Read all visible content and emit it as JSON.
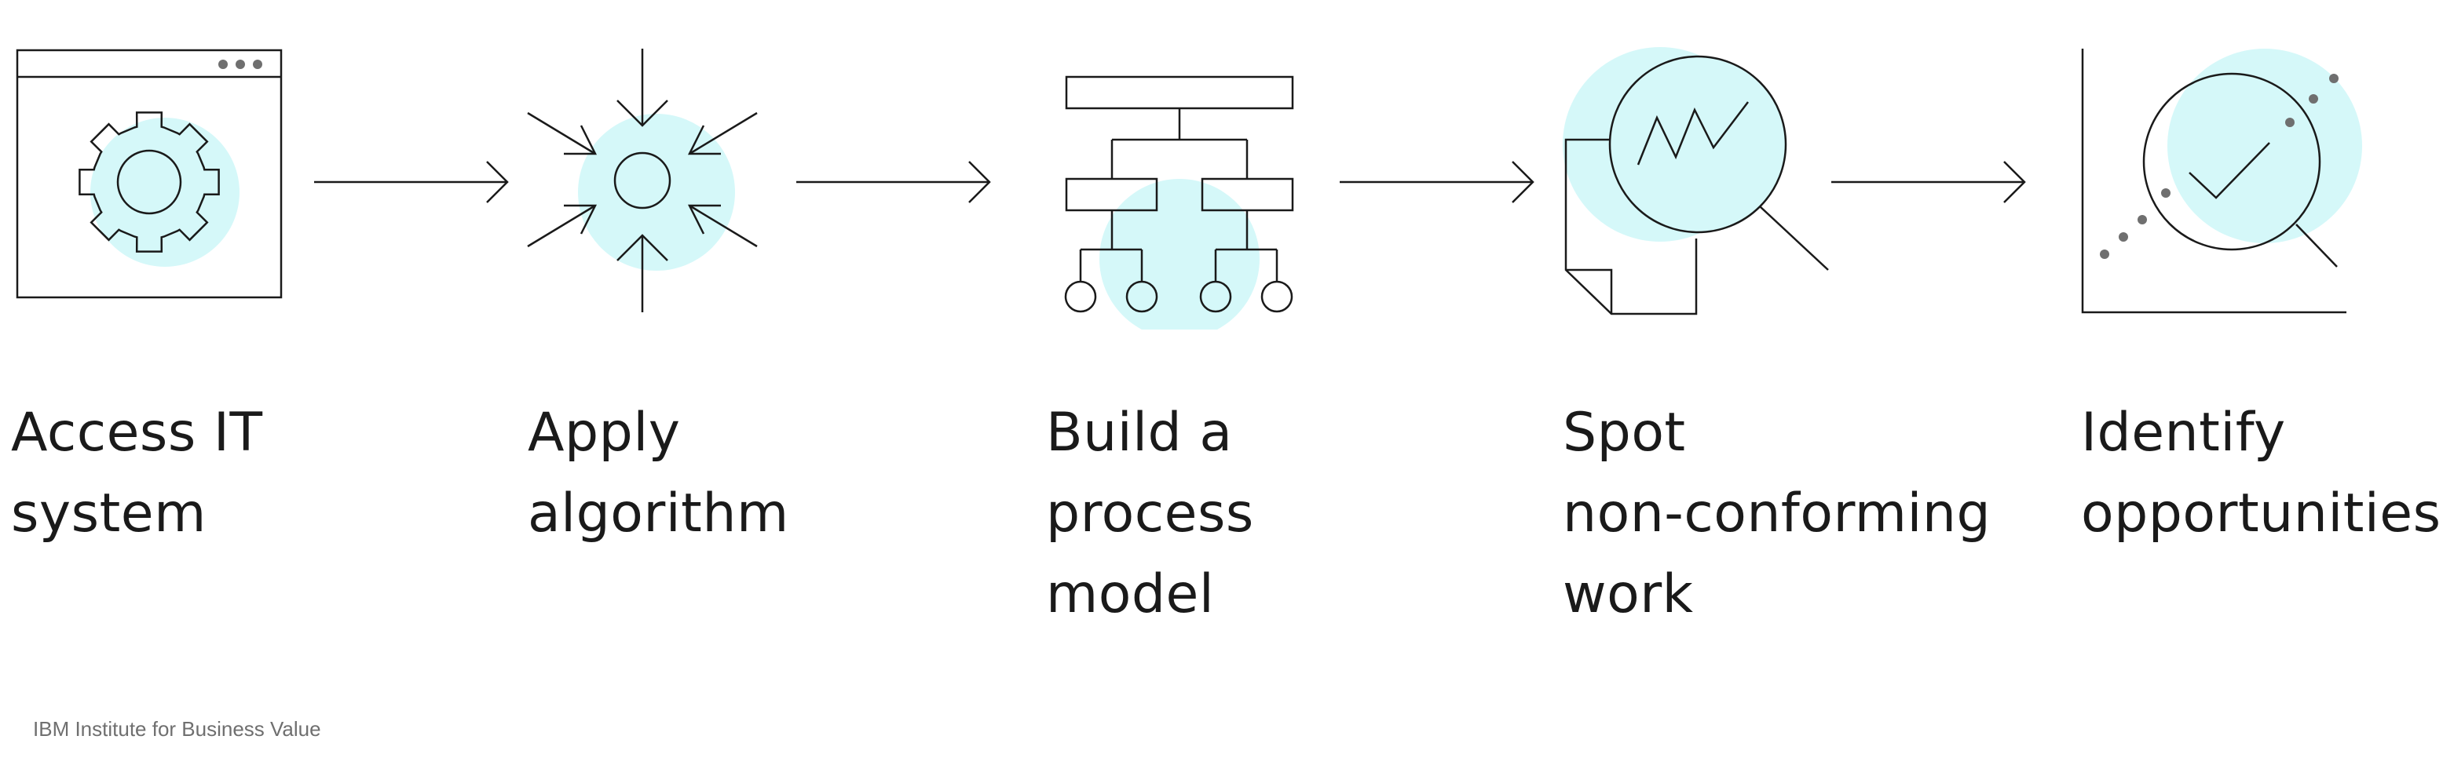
{
  "colors": {
    "accent_fill": "#d5f8f9",
    "stroke": "#1a1a1a",
    "dots": "#6f6f6f",
    "footer_text": "#6f6f6f"
  },
  "steps": [
    {
      "icon": "gear-in-window-icon",
      "lines": [
        "Access IT",
        "system"
      ]
    },
    {
      "icon": "converging-arrows-icon",
      "lines": [
        "Apply",
        "algorithm"
      ]
    },
    {
      "icon": "hierarchy-tree-icon",
      "lines": [
        "Build a",
        "process",
        "model"
      ]
    },
    {
      "icon": "magnifier-document-icon",
      "lines": [
        "Spot",
        "non-conforming",
        "work"
      ]
    },
    {
      "icon": "magnifier-chart-check-icon",
      "lines": [
        "Identify",
        "opportunities"
      ]
    }
  ],
  "footer": {
    "source": "IBM Institute for Business Value"
  }
}
